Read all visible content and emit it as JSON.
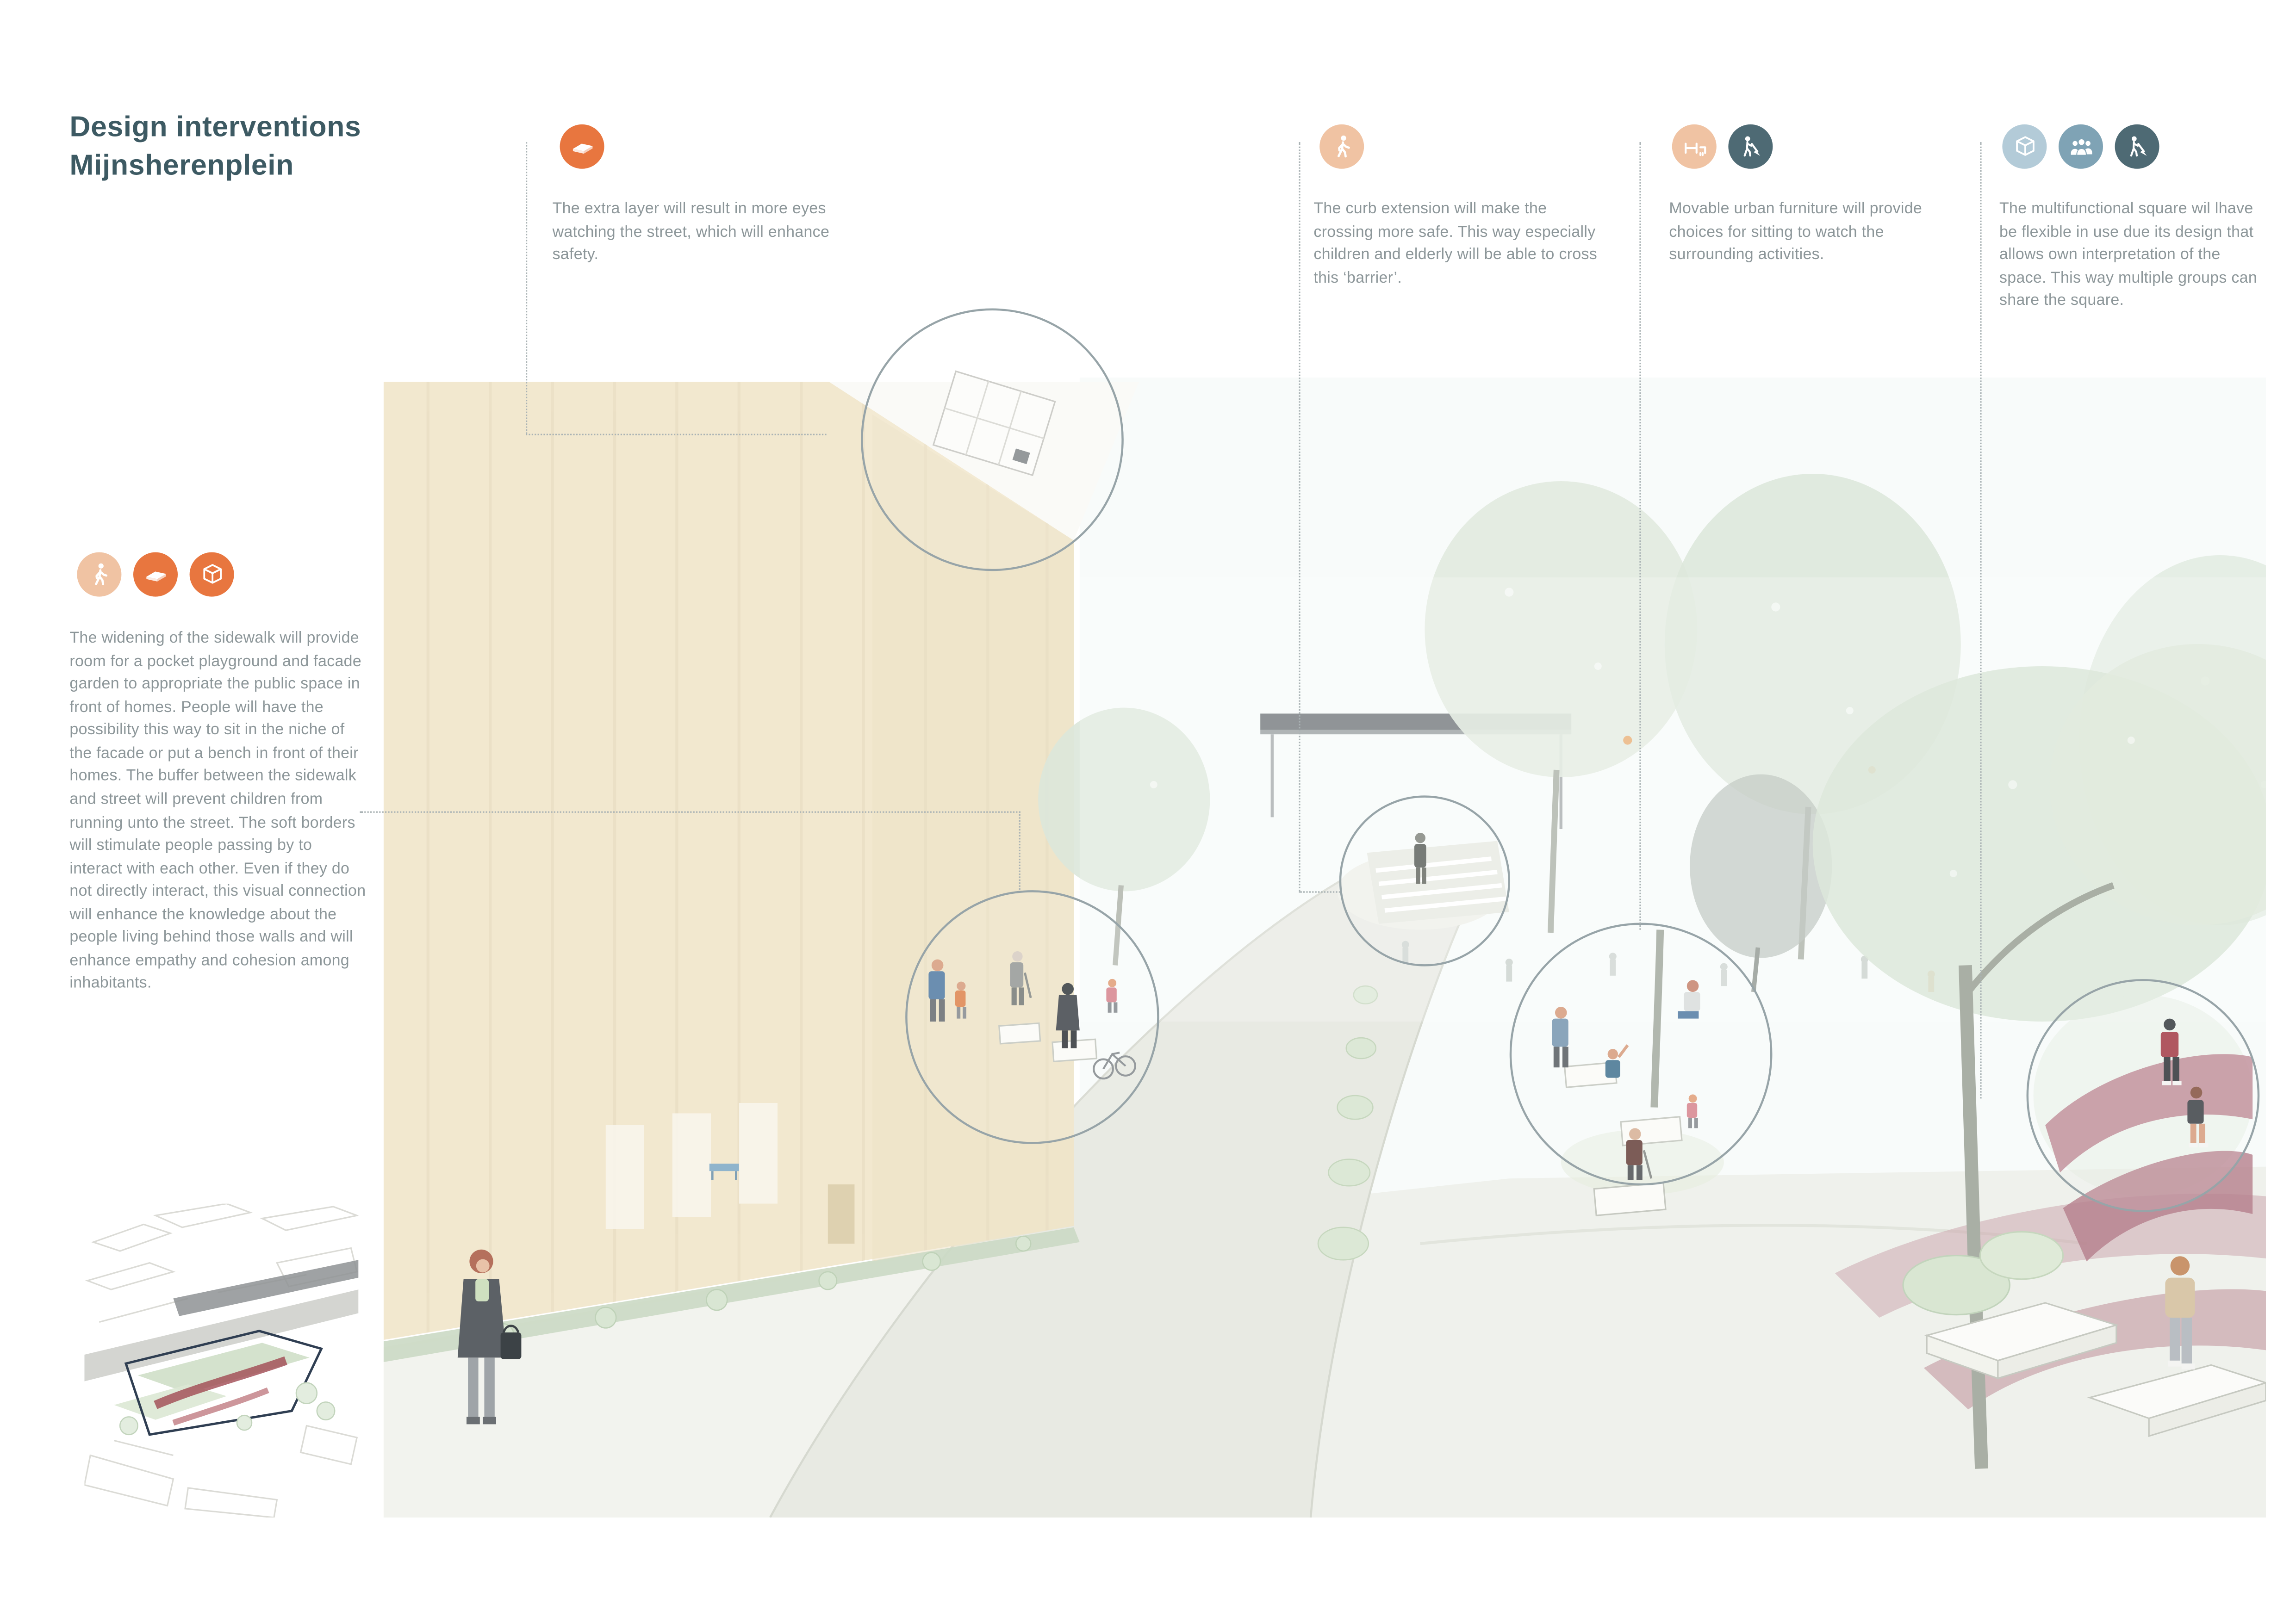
{
  "title": {
    "line1": "Design interventions",
    "line2": "Mijnsherenplein"
  },
  "annotations": [
    {
      "id": "extra-layer",
      "icons": [
        {
          "name": "layer-icon",
          "bg": "#E8763F"
        }
      ],
      "text": "The extra layer will result in more eyes watching the street, which will enhance safety."
    },
    {
      "id": "curb-extension",
      "icons": [
        {
          "name": "pedestrian-icon",
          "bg": "#F0C3A3"
        }
      ],
      "text": "The curb extension will make the crossing more safe. This way especially children and elderly will be able to cross this ‘barrier’."
    },
    {
      "id": "movable-furniture",
      "icons": [
        {
          "name": "furniture-icon",
          "bg": "#F0C3A3"
        },
        {
          "name": "cleaning-icon",
          "bg": "#4E6A74"
        }
      ],
      "text": "Movable urban furniture will provide choices for sitting to watch the surrounding activities."
    },
    {
      "id": "multifunctional-square",
      "icons": [
        {
          "name": "cube-icon",
          "bg": "#B3CBD8"
        },
        {
          "name": "group-icon",
          "bg": "#7FA3B5"
        },
        {
          "name": "cleaning-icon",
          "bg": "#4E6A74"
        }
      ],
      "text": "The multifunctional square wil lhave be flexible in use due its design that allows own interpretation of the space. This way multiple groups can share the square."
    }
  ],
  "sidewalk_note": {
    "icons": [
      {
        "name": "pedestrian-icon",
        "bg": "#F0C3A3"
      },
      {
        "name": "layer-icon",
        "bg": "#E8763F"
      },
      {
        "name": "cube-icon",
        "bg": "#E8763F"
      }
    ],
    "text": "The widening of the sidewalk will provide room for a pocket playground and facade garden to appropriate the public space in front of homes. People will have the possibility this way to sit in the niche of the facade or put a bench in front of their homes. The buffer between the sidewalk and street will prevent children from running unto the street. The soft borders will stimulate people passing by to interact with each other. Even if they do not directly interact, this visual connection will enhance the knowledge about the people living behind those walls and will enhance empathy and cohesion among inhabitants."
  },
  "colors": {
    "accent_orange": "#E8763F",
    "peach": "#F0C3A3",
    "slate": "#4E6A74",
    "light_blue": "#B3CBD8",
    "mid_blue": "#7FA3B5",
    "title_text": "#3D5A63",
    "body_text": "#8C9699",
    "building_beige": "#F2E8CF",
    "tree_green": "#DDE8DA",
    "path_rose": "#BD8793"
  }
}
